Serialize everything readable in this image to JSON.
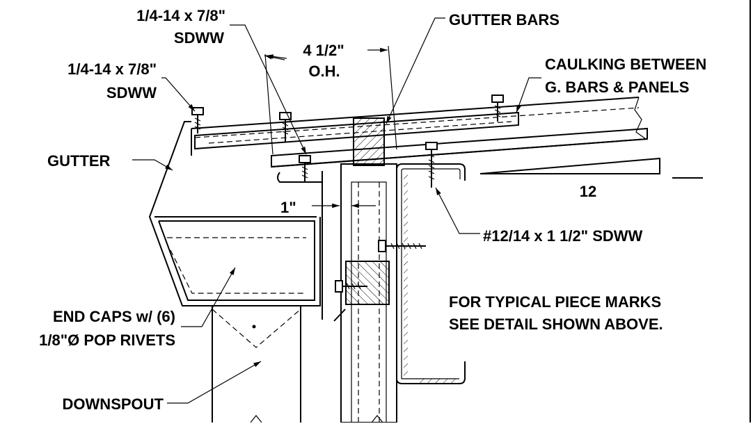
{
  "labels": {
    "screw_top_line1": "1/4-14 x 7/8\"",
    "screw_top_line2": "SDWW",
    "screw_left_line1": "1/4-14 x 7/8\"",
    "screw_left_line2": "SDWW",
    "gutter_bars": "GUTTER BARS",
    "overhang_line1": "4 1/2\"",
    "overhang_line2": "O.H.",
    "caulking_line1": "CAULKING BETWEEN",
    "caulking_line2": "G. BARS & PANELS",
    "gutter": "GUTTER",
    "one_inch": "1\"",
    "slope": "12",
    "screw_right": "#12/14 x 1 1/2\" SDWW",
    "end_caps_line1": "END CAPS w/ (6)",
    "end_caps_line2": "1/8\"Ø POP RIVETS",
    "note_line1": "FOR TYPICAL PIECE MARKS",
    "note_line2": "SEE DETAIL SHOWN ABOVE.",
    "downspout": "DOWNSPOUT"
  }
}
